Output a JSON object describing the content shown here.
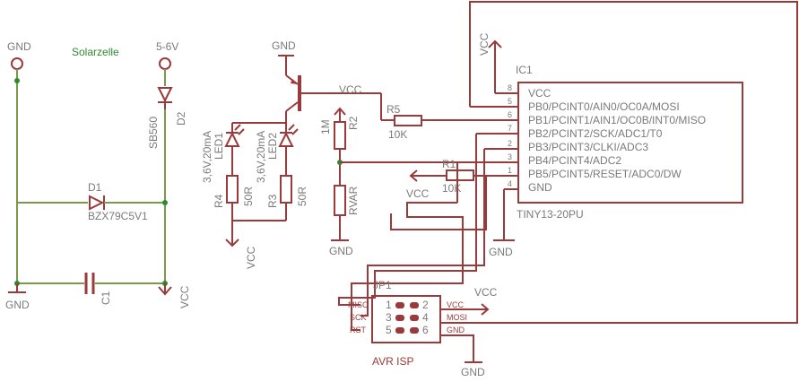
{
  "labels": {
    "gnd": "GND",
    "vcc": "VCC",
    "supply": "5-6V",
    "solar": "Solarzelle"
  },
  "parts": {
    "d2": {
      "name": "D2",
      "value": "SB560"
    },
    "d1": {
      "name": "D1",
      "value": "BZX79C5V1"
    },
    "c1": {
      "name": "C1"
    },
    "led1": {
      "name": "LED1",
      "value": "3,6V,20mA"
    },
    "led2": {
      "name": "LED2",
      "value": "3,6V,20mA"
    },
    "r4": {
      "name": "R4",
      "value": "50R"
    },
    "r3": {
      "name": "R3",
      "value": "50R"
    },
    "r2": {
      "name": "R2",
      "value": "1M"
    },
    "rvar": {
      "name": "RVAR"
    },
    "r5": {
      "name": "R5",
      "value": "10K"
    },
    "r1": {
      "name": "R1",
      "value": "10K"
    },
    "ic1": {
      "name": "IC1",
      "part": "TINY13-20PU",
      "pins": [
        {
          "num": "8",
          "label": "VCC"
        },
        {
          "num": "5",
          "label": "PB0/PCINT0/AIN0/OC0A/MOSI"
        },
        {
          "num": "6",
          "label": "PB1/PCINT1/AIN1/OC0B/INT0/MISO"
        },
        {
          "num": "7",
          "label": "PB2/PCINT2/SCK/ADC1/T0"
        },
        {
          "num": "2",
          "label": "PB3/PCINT3/CLKI/ADC3"
        },
        {
          "num": "3",
          "label": "PB4/PCINT4/ADC2"
        },
        {
          "num": "1",
          "label": "PB5/PCINT5/RESET/ADC0/DW"
        },
        {
          "num": "4",
          "label": "GND"
        }
      ]
    },
    "jp1": {
      "name": "JP1",
      "title": "AVR ISP",
      "left": [
        "MISO",
        "SCK",
        "RST"
      ],
      "right": [
        "VCC",
        "MOSI",
        "GND"
      ],
      "nums_left": [
        "1",
        "3",
        "5"
      ],
      "nums_right": [
        "2",
        "4",
        "6"
      ]
    }
  }
}
